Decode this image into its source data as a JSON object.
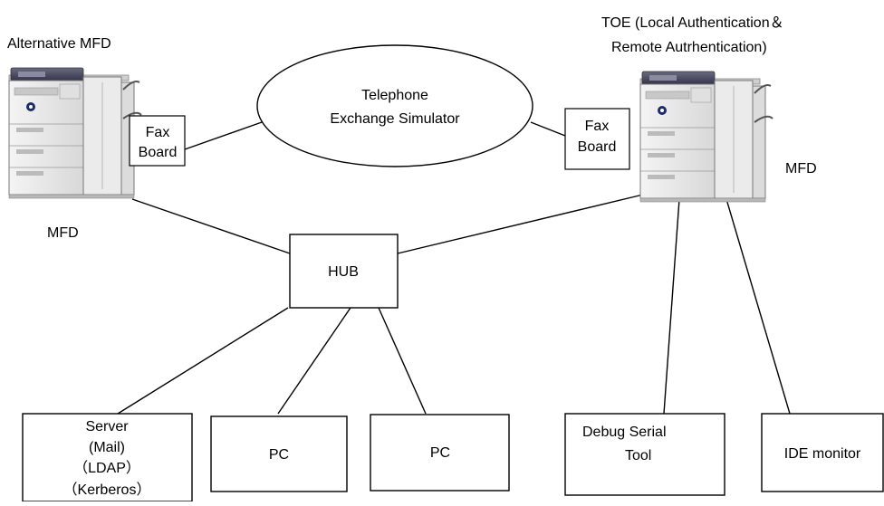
{
  "left_device": {
    "heading": "Alternative MFD",
    "fax_board": [
      "Fax",
      "Board"
    ],
    "caption": "MFD"
  },
  "right_device": {
    "heading": [
      "TOE (Local Authentication＆",
      "Remote Autrhentication)"
    ],
    "fax_board": [
      "Fax",
      "Board"
    ],
    "caption": "MFD"
  },
  "exchange": [
    "Telephone",
    "Exchange Simulator"
  ],
  "hub": "HUB",
  "server": [
    "Server",
    "(Mail)",
    "（LDAP）",
    "（Kerberos）"
  ],
  "pc_1": "PC",
  "pc_2": "PC",
  "debug_tool": [
    "Debug Serial",
    "Tool"
  ],
  "ide_monitor": "IDE monitor"
}
